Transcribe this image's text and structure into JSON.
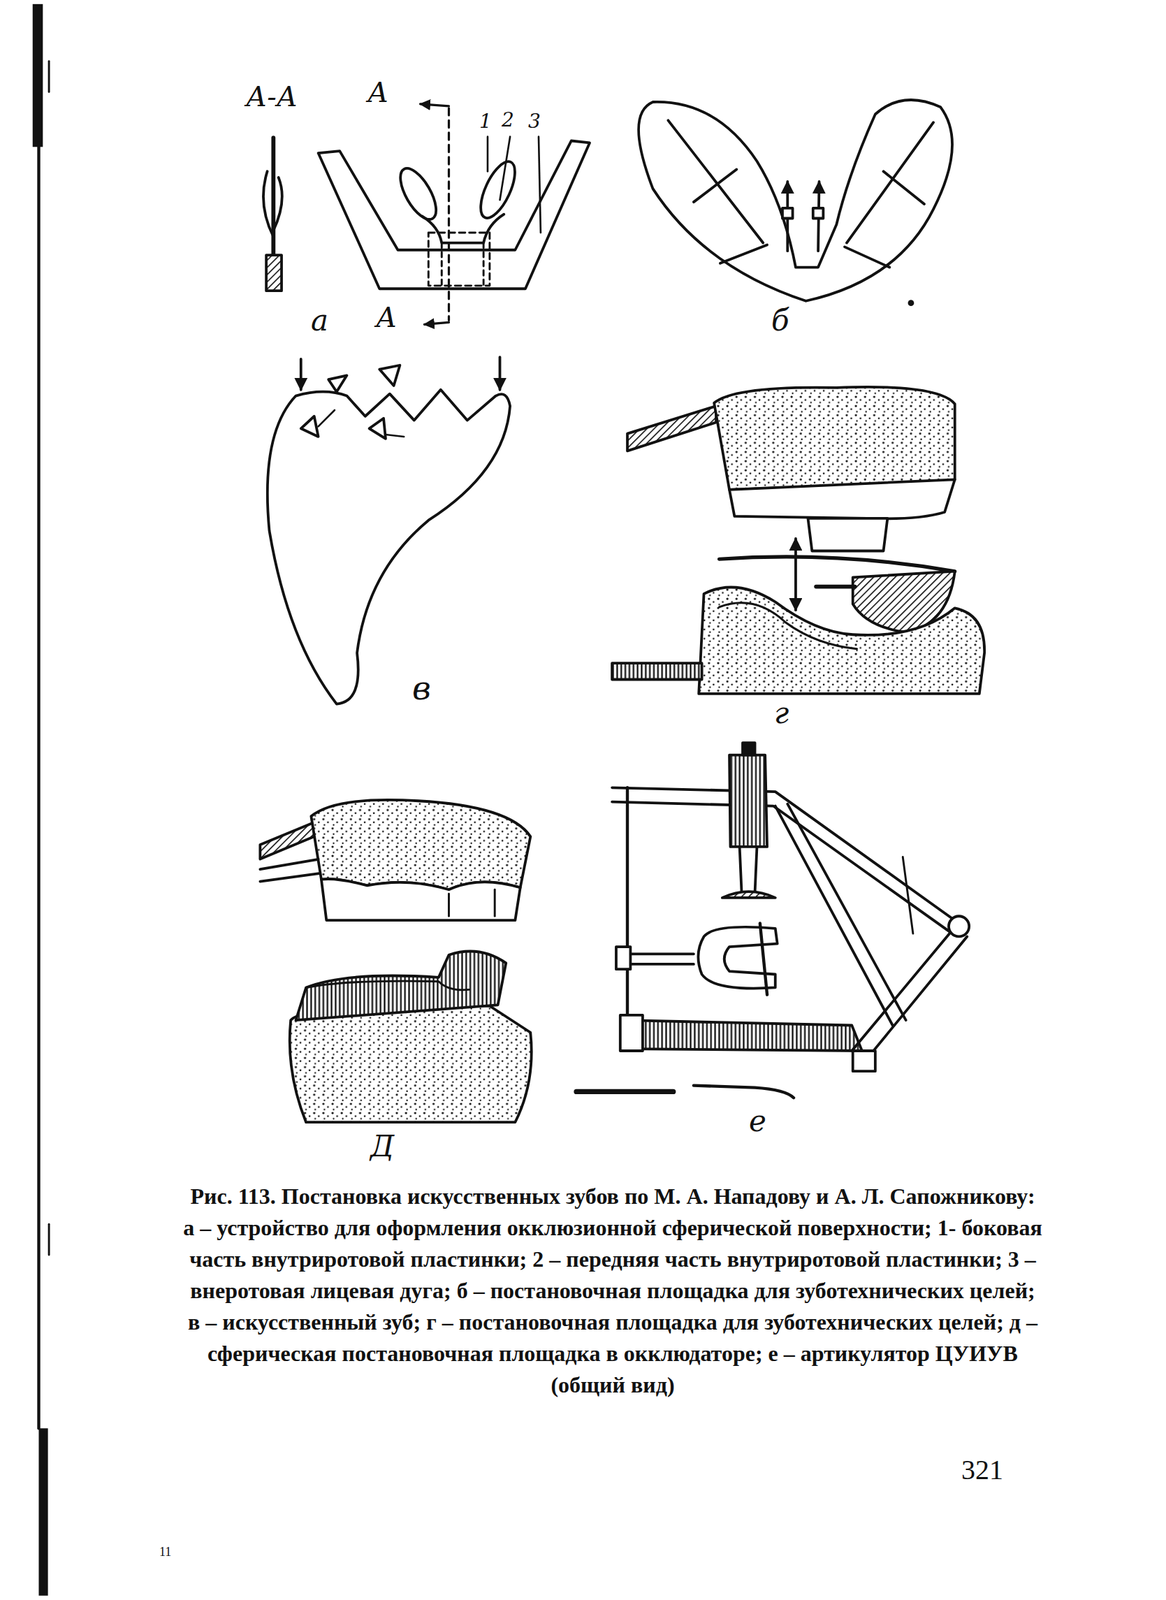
{
  "diagram": {
    "caption": "Рис. 113. Постановка искусственных зубов по М. А. Нападову и А. Л. Сапожникову: а – устройство для оформления окклюзионной сферической поверхности; 1- боковая часть внутриротовой пластинки; 2 – передняя часть внутриротовой пластинки; 3 – внеротовая лицевая дуга; б – постановочная площадка для зуботехнических целей; в – искусственный зуб; г – постановочная площадка для зуботехнических целей; д – сферическая постановочная площадка в окклюдаторе; е – артикулятор ЦУИУВ (общий вид)",
    "labels": [
      "А-А",
      "А",
      "1",
      "2",
      "3",
      "а",
      "А",
      "б",
      "в",
      "г",
      "Д",
      "е",
      "321",
      "11"
    ]
  }
}
